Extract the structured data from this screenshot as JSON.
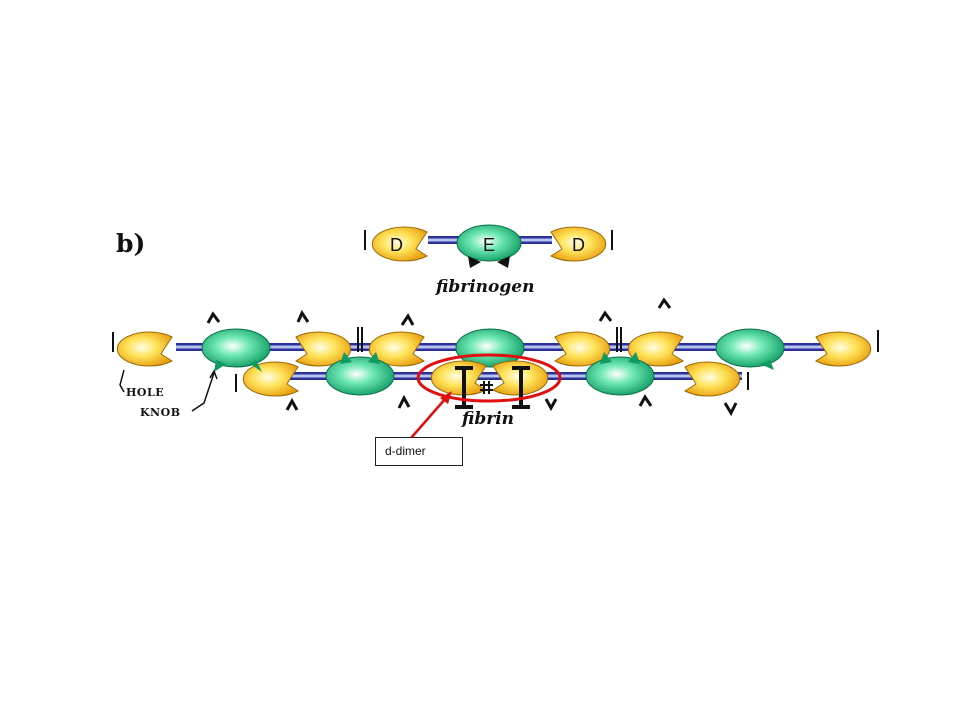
{
  "panel_label": "b)",
  "fibrinogen": {
    "domain_left": "D",
    "domain_center": "E",
    "domain_right": "D",
    "caption": "fibrinogen"
  },
  "fibrin": {
    "caption": "fibrin",
    "hole_label": "HOLE",
    "knob_label": "KNOB"
  },
  "callout": {
    "label": "d-dimer"
  },
  "colors": {
    "d_domain": "#f2b820",
    "e_domain": "#1fb77a",
    "rod_blue": "#2a2f9a",
    "highlight": "#e01010"
  }
}
